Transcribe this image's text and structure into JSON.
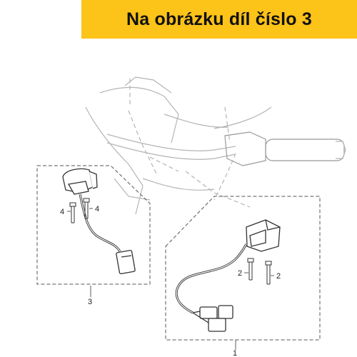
{
  "banner": {
    "text": "Na obrázku díl číslo 3",
    "background": "#fcc318"
  },
  "labels": {
    "group_1": "1",
    "group_3": "3",
    "screw_2a": "2",
    "screw_2b": "2",
    "screw_4a": "4",
    "screw_4b": "4"
  },
  "colors": {
    "ghost_outline": "#b5b5b5",
    "part_outline": "#333333",
    "dash_box": "#555555"
  }
}
